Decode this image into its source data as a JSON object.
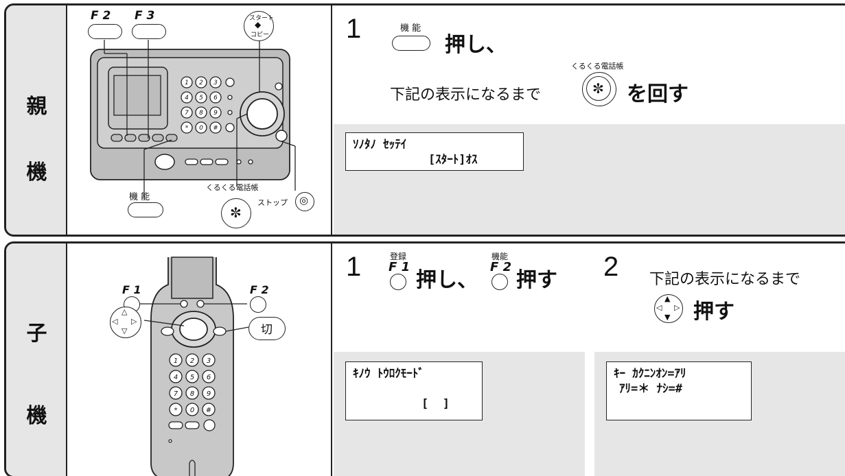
{
  "base_unit": {
    "side_label_top": "親",
    "side_label_bottom": "機",
    "illustration": {
      "f2_label": "F 2",
      "f3_label": "F 3",
      "start_copy_label_1": "スタート",
      "start_copy_label_2": "コピー",
      "function_key_label": "機 能",
      "jog_label": "くるくる電話帳",
      "stop_label": "ストップ"
    },
    "step1": {
      "number": "1",
      "key_caption": "機 能",
      "text_press": "押し、",
      "jog_caption": "くるくる電話帳",
      "text_until": "下記の表示になるまで",
      "text_rotate": "を回す"
    },
    "lcd": {
      "line1": "ｿﾉﾀﾉ ｾｯﾃｲ",
      "line2": "[ｽﾀｰﾄ]ｵｽ"
    }
  },
  "handset": {
    "side_label_top": "子",
    "side_label_bottom": "機",
    "illustration": {
      "f1_label": "F 1",
      "f2_label": "F 2",
      "off_key_label": "切"
    },
    "step1": {
      "number": "1",
      "f1_caption": "登録",
      "f1_label": "F 1",
      "text_press1": "押し、",
      "f2_caption": "機能",
      "f2_label": "F 2",
      "text_press2": "押す"
    },
    "step2": {
      "number": "2",
      "text_until": "下記の表示になるまで",
      "text_press": "押す"
    },
    "lcd_left": {
      "line1": "ｷﾉｳ ﾄｳﾛｸﾓｰﾄﾞ",
      "line2": "[  ]"
    },
    "lcd_right": {
      "line1": "ｷｰ ｶｸﾆﾝｵﾝ=ｱﾘ",
      "line2": "ｱﾘ=＊ ﾅｼ=#"
    },
    "keypad": [
      "1",
      "2",
      "3",
      "4",
      "5",
      "6",
      "7",
      "8",
      "9",
      "*",
      "0",
      "#"
    ]
  }
}
